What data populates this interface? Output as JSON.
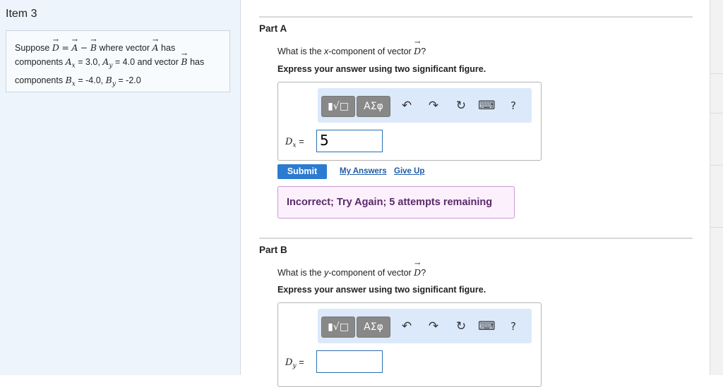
{
  "item": {
    "title": "Item 3"
  },
  "problem": {
    "suppose": "Suppose",
    "where_text": "where vector",
    "has": "has",
    "components": "components",
    "ax_val": "= 3.0,",
    "ay_val": "= 4.0 and vector",
    "has2": "has",
    "components2": "components",
    "bx_val": "= -4.0,",
    "by_val": "= -2.0"
  },
  "toolbar": {
    "templates_label": "▮√□",
    "greek_label": "ΑΣφ",
    "help_label": "?",
    "icons": [
      "undo-icon",
      "redo-icon",
      "reset-icon",
      "keyboard-icon"
    ]
  },
  "partA": {
    "title": "Part A",
    "question_prefix": "What is the",
    "question_var": "x",
    "question_suffix": "-component of vector",
    "question_end": "?",
    "instruction": "Express your answer using two significant figure.",
    "var_sub": "x",
    "answer_value": "5",
    "submit_label": "Submit",
    "my_answers_label": "My Answers",
    "give_up_label": "Give Up",
    "feedback": "Incorrect; Try Again; 5 attempts remaining"
  },
  "partB": {
    "title": "Part B",
    "question_prefix": "What is the",
    "question_var": "y",
    "question_suffix": "-component of vector",
    "question_end": "?",
    "instruction": "Express your answer using two significant figure.",
    "var_sub": "y",
    "answer_value": ""
  },
  "colors": {
    "accent": "#2b7bd1",
    "feedback_bg": "#fdf0fd",
    "toolbar_bg": "#dbe9fb"
  }
}
